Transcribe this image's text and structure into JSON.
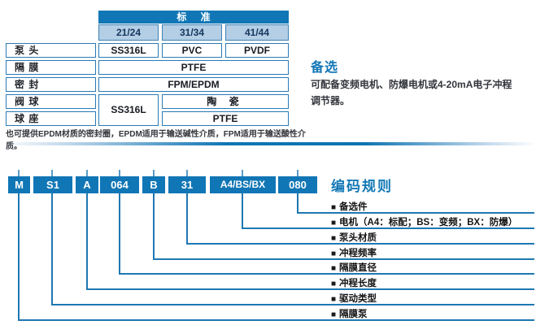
{
  "colors": {
    "primary_blue": "#1176b5",
    "light_blue_cell": "#b3cee5",
    "line_blue": "#1f78b2"
  },
  "spec_table": {
    "header": "标 准",
    "columns": [
      "21/24",
      "31/34",
      "41/44"
    ],
    "row_labels": [
      "泵 头",
      "隔 膜",
      "密 封",
      "阀 球",
      "球 座"
    ],
    "pump_head_cells": [
      "SS316L",
      "PVC",
      "PVDF"
    ],
    "diaphragm_value": "PTFE",
    "seal_value": "FPM/EPDM",
    "valve_left_value": "SS316L",
    "valve_ball_value": "陶 瓷",
    "ball_seat_value": "PTFE",
    "note": "也可提供EPDM材质的密封圈，EPDM适用于输送碱性介质，FPM适用于输送酸性介质。"
  },
  "optional_panel": {
    "title": "备选",
    "line1": "可配备变频电机、防爆电机或4-20mA电子冲程",
    "line2": "调节器。"
  },
  "coding": {
    "title": "编码规则",
    "bullet": "■",
    "codes": [
      "M",
      "S1",
      "A",
      "064",
      "B",
      "31",
      "A4/BS/BX",
      "080"
    ],
    "labels": [
      "备选件",
      "电机（A4：标配；BS：变频；BX：防爆）",
      "泵头材质",
      "冲程频率",
      "隔膜直径",
      "冲程长度",
      "驱动类型",
      "隔膜泵"
    ]
  }
}
